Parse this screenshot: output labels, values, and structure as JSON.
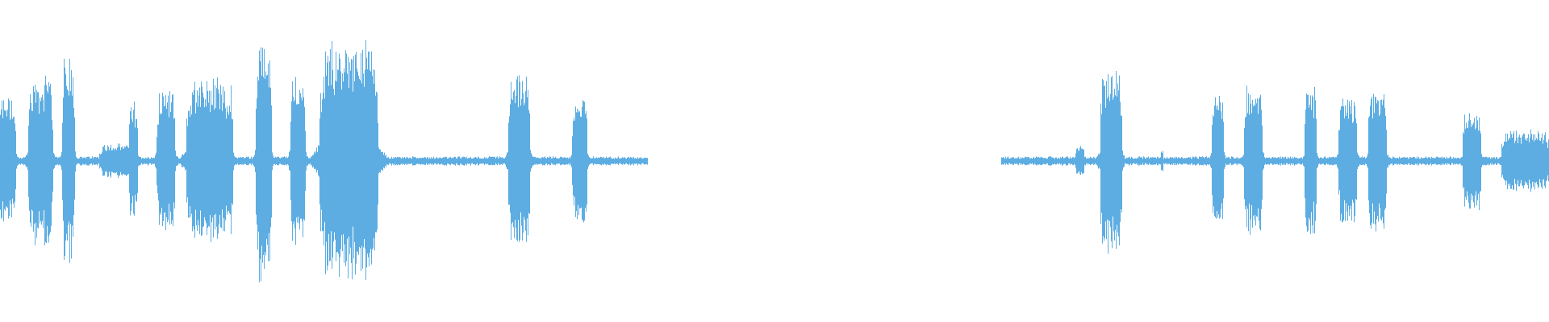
{
  "waveform": {
    "color": "#5dade2",
    "background": "#ffffff",
    "noise_floor_amplitude": 0.03,
    "segments": [
      {
        "start": 0.0,
        "end": 0.418,
        "kind": "speech"
      },
      {
        "start": 0.418,
        "end": 0.646,
        "kind": "silence"
      },
      {
        "start": 0.646,
        "end": 1.0,
        "kind": "speech"
      }
    ],
    "bursts": [
      {
        "center": 0.004,
        "width": 0.012,
        "amplitude": 0.42
      },
      {
        "center": 0.026,
        "width": 0.016,
        "amplitude": 0.55
      },
      {
        "center": 0.044,
        "width": 0.008,
        "amplitude": 0.66
      },
      {
        "center": 0.075,
        "width": 0.022,
        "amplitude": 0.11
      },
      {
        "center": 0.086,
        "width": 0.006,
        "amplitude": 0.38
      },
      {
        "center": 0.107,
        "width": 0.012,
        "amplitude": 0.48
      },
      {
        "center": 0.134,
        "width": 0.028,
        "amplitude": 0.54
      },
      {
        "center": 0.148,
        "width": 0.005,
        "amplitude": 0.48
      },
      {
        "center": 0.17,
        "width": 0.01,
        "amplitude": 0.78
      },
      {
        "center": 0.192,
        "width": 0.01,
        "amplitude": 0.56
      },
      {
        "center": 0.225,
        "width": 0.038,
        "amplitude": 0.78
      },
      {
        "center": 0.335,
        "width": 0.014,
        "amplitude": 0.56
      },
      {
        "center": 0.374,
        "width": 0.01,
        "amplitude": 0.42
      },
      {
        "center": 0.697,
        "width": 0.006,
        "amplitude": 0.11
      },
      {
        "center": 0.717,
        "width": 0.014,
        "amplitude": 0.62
      },
      {
        "center": 0.75,
        "width": 0.002,
        "amplitude": 0.08
      },
      {
        "center": 0.786,
        "width": 0.008,
        "amplitude": 0.48
      },
      {
        "center": 0.809,
        "width": 0.012,
        "amplitude": 0.48
      },
      {
        "center": 0.846,
        "width": 0.008,
        "amplitude": 0.48
      },
      {
        "center": 0.87,
        "width": 0.012,
        "amplitude": 0.44
      },
      {
        "center": 0.889,
        "width": 0.012,
        "amplitude": 0.48
      },
      {
        "center": 0.95,
        "width": 0.012,
        "amplitude": 0.34
      },
      {
        "center": 0.985,
        "width": 0.032,
        "amplitude": 0.2
      }
    ]
  }
}
